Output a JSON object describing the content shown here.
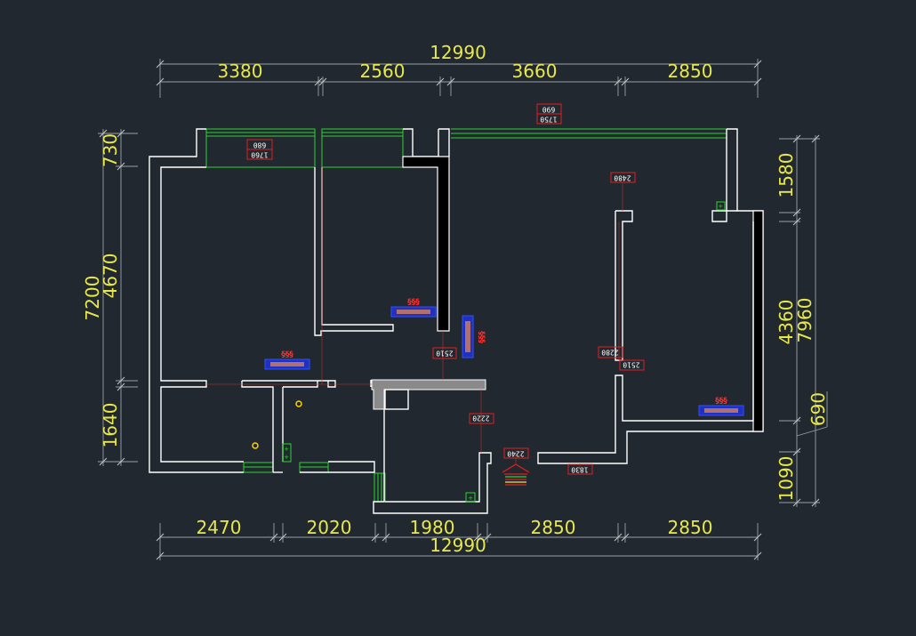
{
  "dimensions": {
    "top_total": "12990",
    "top_segments": [
      "3380",
      "2560",
      "3660",
      "2850"
    ],
    "bottom_total": "12990",
    "bottom_segments": [
      "2470",
      "2020",
      "1980",
      "2850",
      "2850"
    ],
    "left_total": "7200",
    "left_segments": [
      "730",
      "4670",
      "1640"
    ],
    "right_total": "7960",
    "right_segments": [
      "1580",
      "4360",
      "1090"
    ],
    "right_extra": "690"
  },
  "tags": {
    "bedroom_window_a": "680",
    "bedroom_window_b": "1760",
    "living_window_a": "690",
    "living_window_b": "1750",
    "t2480": "2480",
    "t2510a": "2510",
    "t2280": "2280",
    "t2510b": "2510",
    "t2220": "2220",
    "t2240": "2240",
    "t1830": "1830"
  },
  "heat_symbol": "§§§",
  "colors": {
    "background": "#212830",
    "wall": "#ffffff",
    "window": "#2fd52f",
    "dimension_text": "#e8e84a",
    "tag_border": "#e02020",
    "radiator": "#2030c0"
  }
}
